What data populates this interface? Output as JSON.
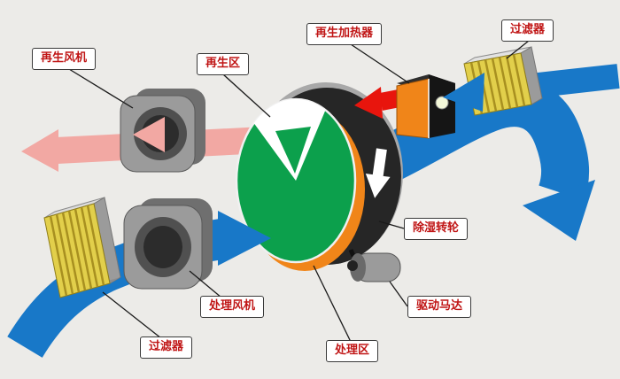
{
  "diagram": {
    "labels": {
      "regen_fan": "再生风机",
      "regen_zone": "再生区",
      "regen_heater": "再生加热器",
      "filter_top": "过滤器",
      "dehumid_wheel": "除湿转轮",
      "drive_motor": "驱动马达",
      "process_zone": "处理区",
      "process_fan": "处理风机",
      "filter_bottom": "过滤器"
    },
    "colors": {
      "background": "#ecebe8",
      "process_air": "#1878c8",
      "regen_exhaust": "#f2a8a3",
      "hot_air": "#e8150d",
      "wheel_face": "#0ca04c",
      "wheel_rim": "#262626",
      "wheel_sector": "#ffffff",
      "heater_face": "#f08519",
      "filter_media": "#e2cf4b",
      "equipment_gray": "#9b9b9b",
      "label_text": "#c01515",
      "label_bg": "#ffffff"
    }
  }
}
